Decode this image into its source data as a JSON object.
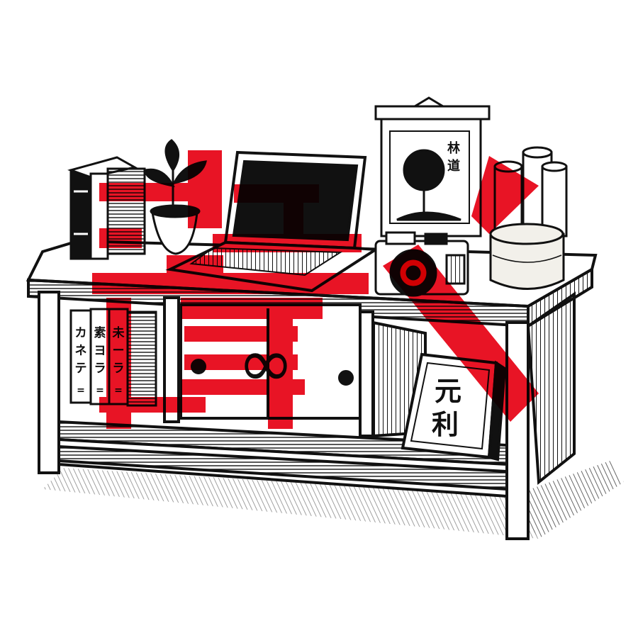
{
  "illustration": {
    "style": "black ink woodcut with red overlay",
    "colors": {
      "ink": "#111111",
      "paper": "#ffffff",
      "accent": "#e60012",
      "cup": "#f2f0ea"
    },
    "icons": [
      "bookends-icon",
      "potted-plant-icon",
      "laptop-icon",
      "scroll-icon",
      "camera-icon",
      "paper-rolls-icon",
      "infinity-icon",
      "framed-sign-icon"
    ]
  },
  "scroll": {
    "line1": "林",
    "line2": "道"
  },
  "spines": [
    {
      "top": "カ",
      "bottom": "ネ",
      "tail": "テ"
    },
    {
      "top": "素",
      "bottom": "ヨ",
      "tail": "ラ"
    },
    {
      "top": "未",
      "bottom": "ー",
      "tail": "ラ"
    }
  ],
  "spine_mark": "=",
  "sign": {
    "line1": "元",
    "line2": "利"
  },
  "cabinet": {
    "symbol": "∞"
  }
}
